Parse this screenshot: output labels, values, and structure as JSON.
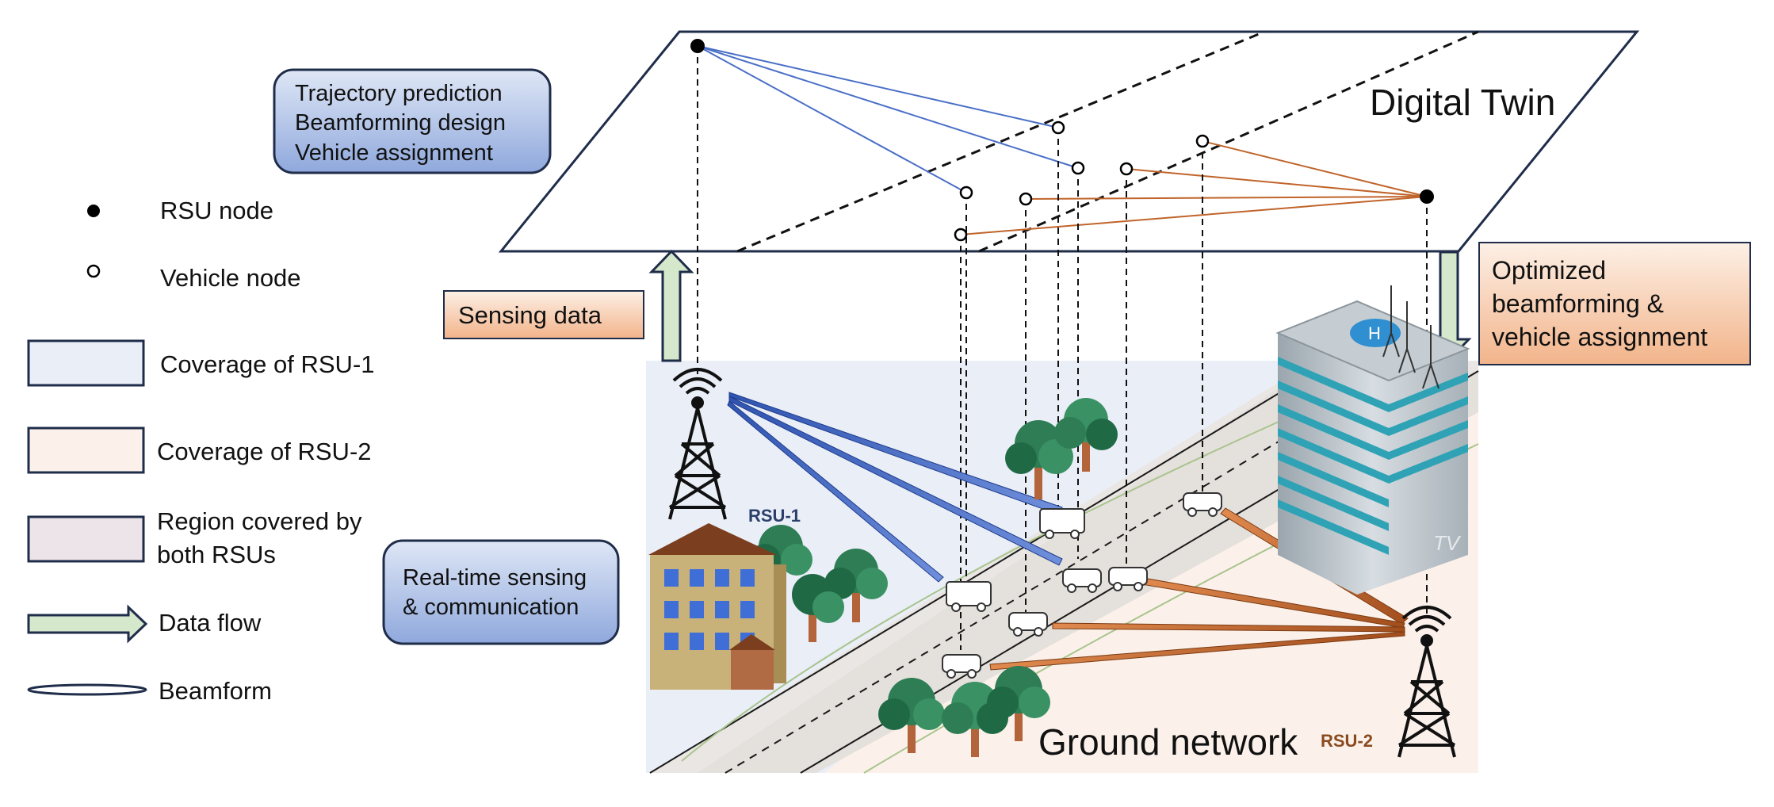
{
  "digital_twin": {
    "title": "Digital Twin",
    "tasks": [
      "Trajectory prediction",
      "Beamforming design",
      "Vehicle assignment"
    ]
  },
  "ground": {
    "title": "Ground network",
    "rsu1_label": "RSU-1",
    "rsu2_label": "RSU-2",
    "building_sign": "TV"
  },
  "flows": {
    "sensing_data": "Sensing data",
    "optimized": [
      "Optimized",
      "beamforming &",
      "vehicle assignment"
    ],
    "realtime": [
      "Real-time sensing",
      "& communication"
    ]
  },
  "legend": {
    "rsu_node": "RSU node",
    "vehicle_node": "Vehicle node",
    "coverage_rsu1": "Coverage of RSU-1",
    "coverage_rsu2": "Coverage of RSU-2",
    "both": [
      "Region covered by",
      "both RSUs"
    ],
    "data_flow": "Data flow",
    "beamform": "Beamform"
  },
  "colors": {
    "rsu1_beam": "#4a6fc7",
    "rsu2_beam": "#c0642a",
    "coverage1": "#e9eef7",
    "coverage2": "#fbf1ea",
    "overlap": "#ece4e8",
    "flow_arrow": "#d6e8cc"
  }
}
